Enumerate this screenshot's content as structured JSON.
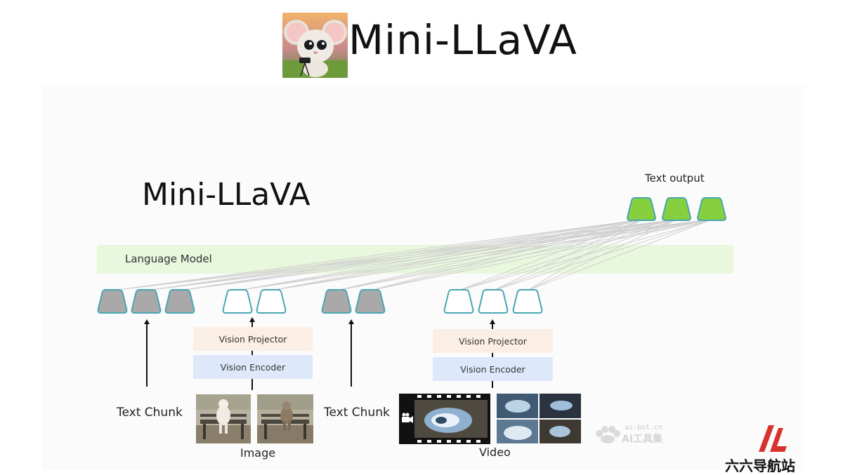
{
  "header": {
    "title": "Mini-LLaVA"
  },
  "diagram": {
    "title": "Mini-LLaVA",
    "text_output_label": "Text output",
    "language_model_label": "Language Model",
    "groups": [
      {
        "input_label": "Text Chunk",
        "token_count": 3,
        "token_style": "text"
      },
      {
        "input_label": "Image",
        "token_count": 2,
        "token_style": "vision",
        "projector_label": "Vision Projector",
        "encoder_label": "Vision Encoder"
      },
      {
        "input_label": "Text Chunk",
        "token_count": 2,
        "token_style": "text"
      },
      {
        "input_label": "Video",
        "token_count": 3,
        "token_style": "vision",
        "projector_label": "Vision Projector",
        "encoder_label": "Vision Encoder"
      }
    ],
    "output_token_count": 3
  },
  "watermarks": {
    "site": "ai-bot.cn",
    "brand": "AI工具集",
    "nav_site": "六六导航站"
  },
  "colors": {
    "language_model_bg": "#e9f7dd",
    "projector_bg": "#fbeee4",
    "encoder_bg": "#dde9fb",
    "text_token_fill": "#a9a9a9",
    "vision_token_fill": "#ffffff",
    "token_stroke": "#4aa6b5",
    "output_token_fill": "#86cf3e",
    "output_token_stroke": "#4aa6b5",
    "logo_red": "#d8322e"
  }
}
